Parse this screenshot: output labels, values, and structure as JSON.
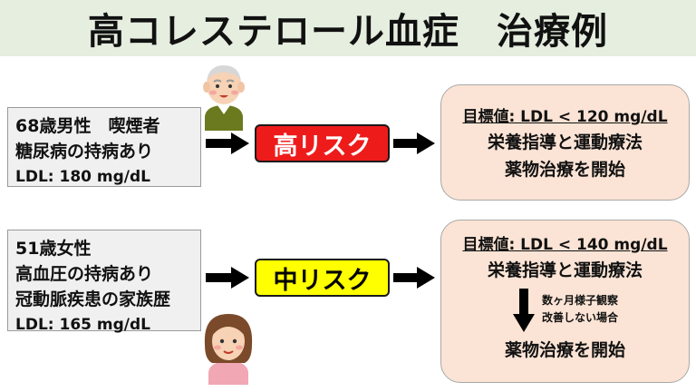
{
  "title": "高コレステロール血症　治療例",
  "cases": [
    {
      "patient_lines": [
        "68歳男性　喫煙者",
        "糖尿病の持病あり"
      ],
      "ldl": "LDL: 180 mg/dL",
      "risk_label": "高リスク",
      "risk_color": "#ee1b1b",
      "target": "目標値: LDL < 120 mg/dL",
      "treatment_lines": [
        "栄養指導と運動療法",
        "薬物治療を開始"
      ],
      "avatar_icon": "elderly-man-icon"
    },
    {
      "patient_lines": [
        "51歳女性",
        "高血圧の持病あり",
        "冠動脈疾患の家族歴"
      ],
      "ldl": "LDL: 165 mg/dL",
      "risk_label": "中リスク",
      "risk_color": "#ffff00",
      "target": "目標値: LDL < 140 mg/dL",
      "treatment_lines": [
        "栄養指導と運動療法"
      ],
      "observation_note": [
        "数ヶ月様子観察",
        "改善しない場合"
      ],
      "final_step": "薬物治療を開始",
      "avatar_icon": "woman-icon"
    }
  ],
  "colors": {
    "header_bg": "#e5eedf",
    "treatment_bg": "#fbe4d5",
    "patient_bg": "#f0f0f0"
  }
}
